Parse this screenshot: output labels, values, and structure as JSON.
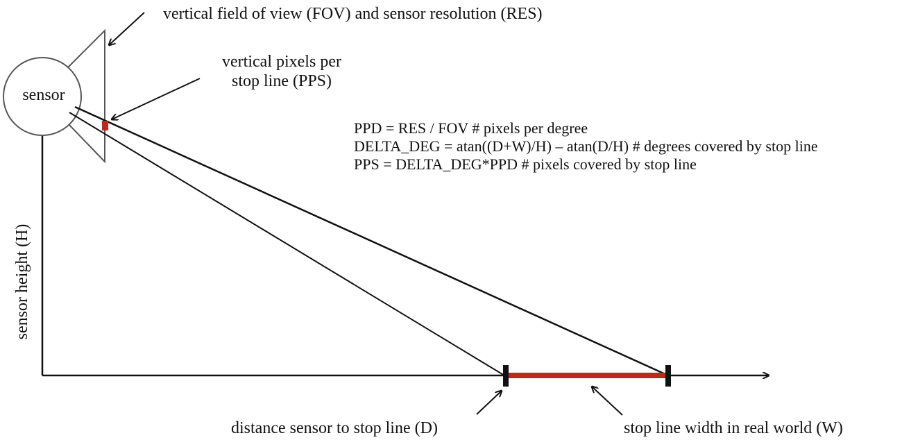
{
  "sensor": {
    "label": "sensor"
  },
  "labels": {
    "fov_res": "vertical field of view (FOV) and sensor resolution (RES)",
    "pps_line1": "vertical pixels per",
    "pps_line2": "stop line (PPS)",
    "sensor_height": "sensor height (H)",
    "distance": "distance sensor to stop line (D)",
    "stop_line_width": "stop line width in real world (W)"
  },
  "formulas": [
    "PPD = RES / FOV  # pixels per degree",
    "DELTA_DEG = atan((D+W)/H) – atan(D/H)  # degrees covered by stop line",
    "PPS = DELTA_DEG*PPD  # pixels covered by stop line"
  ],
  "colors": {
    "stroke": "#111111",
    "highlight": "#c0281e"
  }
}
